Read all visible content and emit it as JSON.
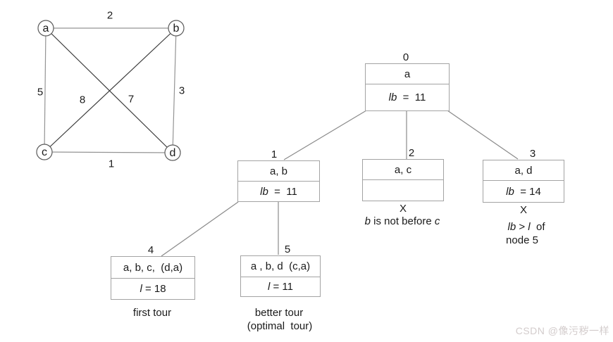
{
  "watermark": "CSDN @像污秽一样",
  "graph": {
    "nodes": [
      {
        "label": "a"
      },
      {
        "label": "b"
      },
      {
        "label": "c"
      },
      {
        "label": "d"
      }
    ],
    "weights": {
      "ab": "2",
      "ac": "5",
      "bc": "8",
      "ad": "7",
      "bd": "3",
      "cd": "1"
    }
  },
  "tree": {
    "nodes": [
      {
        "num": "0",
        "path": "a",
        "var": "lb",
        "val": "  =  11"
      },
      {
        "num": "1",
        "path": "a, b",
        "var": "lb",
        "val": "  =  11"
      },
      {
        "num": "2",
        "path": "a, c",
        "var": "",
        "val": ""
      },
      {
        "num": "3",
        "path": "a, d",
        "var": "lb",
        "val": "  = 14"
      },
      {
        "num": "4",
        "path": "a, b, c,  (d,a)",
        "var": "l",
        "val": " = 18"
      },
      {
        "num": "5",
        "path": "a , b, d  (c,a)",
        "var": "l",
        "val": " = 11"
      }
    ],
    "annotations": {
      "node2": {
        "x_mark": "X",
        "part_b": "b",
        "part_mid": " is not before ",
        "part_c": "c"
      },
      "node3": {
        "x_mark": "X",
        "part_lb": "lb",
        "part_gt": " > ",
        "part_l": "l",
        "part_of": "  of",
        "line2": "node 5"
      },
      "node4_caption": "first tour",
      "node5_caption_line1": "better tour",
      "node5_caption_line2": "(optimal  tour)"
    }
  }
}
